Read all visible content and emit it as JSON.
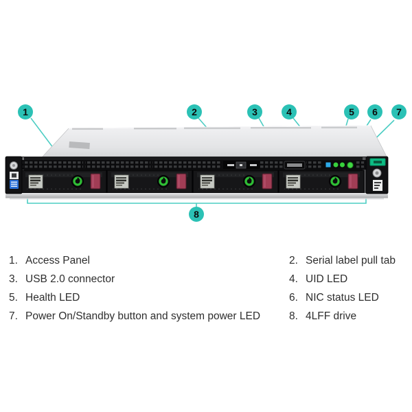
{
  "callouts": [
    {
      "num": "1",
      "label": "Access Panel"
    },
    {
      "num": "2",
      "label": "Serial label pull tab"
    },
    {
      "num": "3",
      "label": "USB 2.0 connector"
    },
    {
      "num": "4",
      "label": "UID LED"
    },
    {
      "num": "5",
      "label": "Health LED"
    },
    {
      "num": "6",
      "label": "NIC status LED"
    },
    {
      "num": "7",
      "label": "Power On/Standby button and system power LED"
    },
    {
      "num": "8",
      "label": "4LFF drive"
    }
  ],
  "legend": {
    "left": [
      {
        "num": "1.",
        "label": "Access Panel"
      },
      {
        "num": "3.",
        "label": "USB 2.0 connector"
      },
      {
        "num": "5.",
        "label": "Health LED"
      },
      {
        "num": "7.",
        "label": "Power On/Standby button and system power LED"
      }
    ],
    "right": [
      {
        "num": "2.",
        "label": "Serial label pull tab"
      },
      {
        "num": "4.",
        "label": "UID LED"
      },
      {
        "num": "6.",
        "label": "NIC status LED"
      },
      {
        "num": "8.",
        "label": "4LFF drive"
      }
    ]
  },
  "colors": {
    "accent_teal": "#2bc1b5",
    "leader_line": "#4ccdc3",
    "hpe_green": "#0cbd84",
    "uid_led_blue": "#2da9e8",
    "status_led_green": "#37d03c",
    "drive_latch_maroon": "#a13d55"
  }
}
